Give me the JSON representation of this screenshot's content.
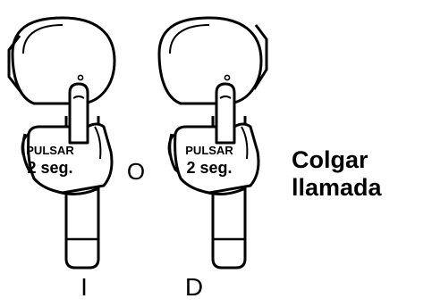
{
  "diagram": {
    "left_earbud": {
      "press_label": "PULSAR",
      "duration_label": "2 seg.",
      "side_label": "I"
    },
    "separator": "O",
    "right_earbud": {
      "press_label": "PULSAR",
      "duration_label": "2 seg.",
      "side_label": "D"
    },
    "action": {
      "line1": "Colgar",
      "line2": "llamada"
    },
    "colors": {
      "stroke": "#000000",
      "fill": "#ffffff"
    }
  }
}
